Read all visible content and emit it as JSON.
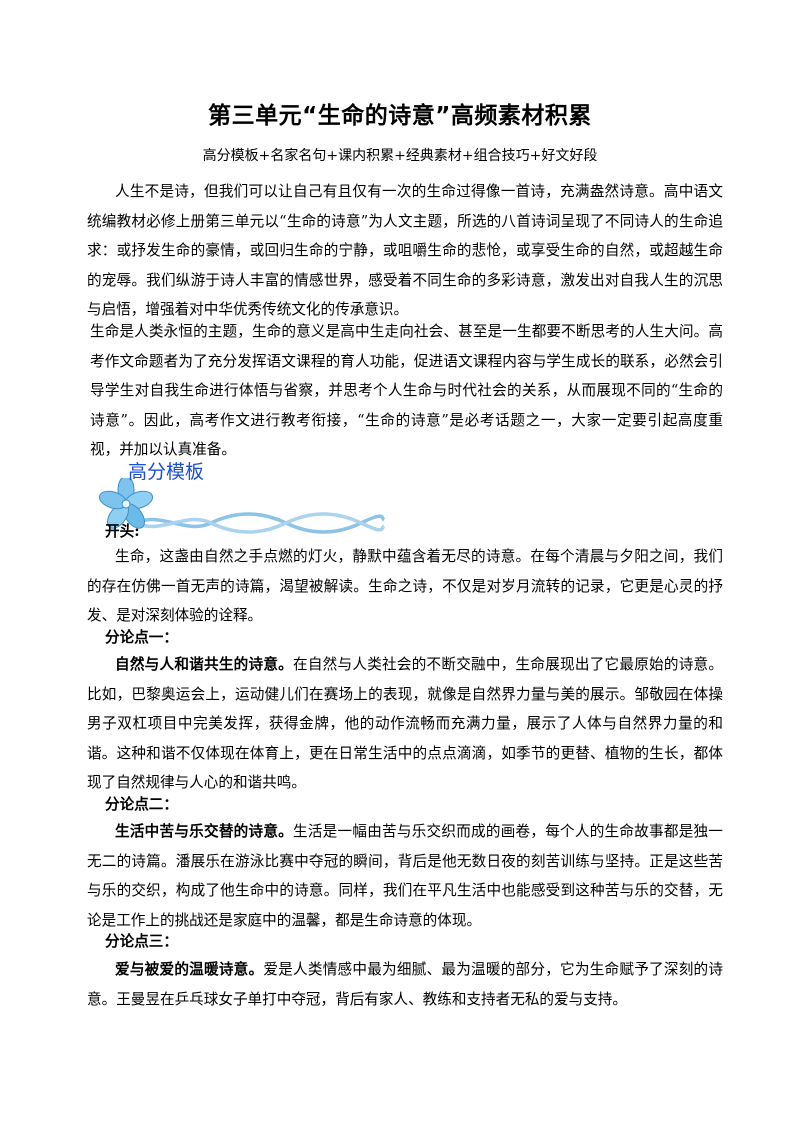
{
  "document": {
    "title": "第三单元“生命的诗意”高频素材积累",
    "subtitle": "高分模板+名家名句+课内积累+经典素材+组合技巧+好文好段",
    "intro": [
      "人生不是诗，但我们可以让自己有且仅有一次的生命过得像一首诗，充满盎然诗意。高中语文统编教材必修上册第三单元以“生命的诗意”为人文主题，所选的八首诗词呈现了不同诗人的生命追求：或抒发生命的豪情，或回归生命的宁静，或咀嚼生命的悲怆，或享受生命的自然，或超越生命的宠辱。我们纵游于诗人丰富的情感世界，感受着不同生命的多彩诗意，激发出对自我人生的沉思与启悟，增强着对中华优秀传统文化的传承意识。",
      "生命是人类永恒的主题，生命的意义是高中生走向社会、甚至是一生都要不断思考的人生大问。高考作文命题者为了充分发挥语文课程的育人功能，促进语文课程内容与学生成长的联系，必然会引导学生对自我生命进行体悟与省察，并思考个人生命与时代社会的关系，从而展现不同的“生命的诗意”。因此，高考作文进行教考衔接，“生命的诗意”是必考话题之一，大家一定要引起高度重视，并加以认真准备。"
    ],
    "section_heading": "高分模板",
    "opening_label": "开头:",
    "opening_text": "生命，这盏由自然之手点燃的灯火，静默中蕴含着无尽的诗意。在每个清晨与夕阳之间，我们的存在仿佛一首无声的诗篇，渴望被解读。生命之诗，不仅是对岁月流转的记录，它更是心灵的抒发、是对深刻体验的诠释。",
    "points": [
      {
        "label": "分论点一：",
        "lead": "自然与人和谐共生的诗意。",
        "text": "在自然与人类社会的不断交融中，生命展现出了它最原始的诗意。比如，巴黎奥运会上，运动健儿们在赛场上的表现，就像是自然界力量与美的展示。邹敬园在体操男子双杠项目中完美发挥，获得金牌，他的动作流畅而充满力量，展示了人体与自然界力量的和谐。这种和谐不仅体现在体育上，更在日常生活中的点点滴滴，如季节的更替、植物的生长，都体现了自然规律与人心的和谐共鸣。"
      },
      {
        "label": "分论点二：",
        "lead": "生活中苦与乐交替的诗意。",
        "text": "生活是一幅由苦与乐交织而成的画卷，每个人的生命故事都是独一无二的诗篇。潘展乐在游泳比赛中夺冠的瞬间，背后是他无数日夜的刻苦训练与坚持。正是这些苦与乐的交织，构成了他生命中的诗意。同样，我们在平凡生活中也能感受到这种苦与乐的交替，无论是工作上的挑战还是家庭中的温馨，都是生命诗意的体现。"
      },
      {
        "label": "分论点三：",
        "lead": "爱与被爱的温暖诗意。",
        "text": "爱是人类情感中最为细腻、最为温暖的部分，它为生命赋予了深刻的诗意。王曼昱在乒乓球女子单打中夺冠，背后有家人、教练和支持者无私的爱与支持。"
      }
    ]
  },
  "colors": {
    "section_heading": "#1b4fd6",
    "ribbon": "#8cc3e6",
    "flower": "#5fb3e8"
  },
  "icons": [
    "flower-icon",
    "ribbon-decoration"
  ]
}
